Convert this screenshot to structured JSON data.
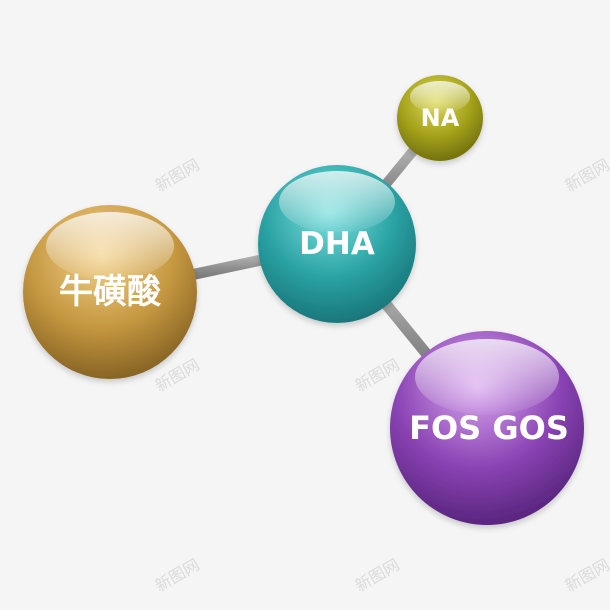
{
  "molecule": {
    "center": {
      "label": "DHA",
      "color": "#27a3a6"
    },
    "satellites": [
      {
        "label": "NA",
        "color": "#a8a71d"
      },
      {
        "label": "牛磺酸",
        "color": "#c99a48"
      },
      {
        "label": "FOS GOS",
        "color": "#8a44b0"
      }
    ]
  },
  "watermark": {
    "text": "新图网"
  }
}
